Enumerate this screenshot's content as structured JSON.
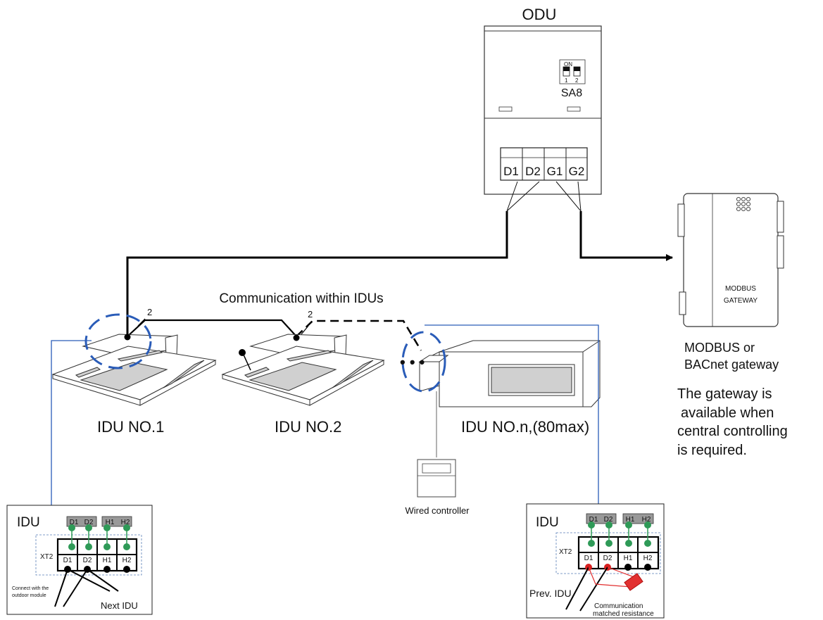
{
  "odu": {
    "title": "ODU",
    "dip_on": "ON",
    "dip_1": "1",
    "dip_2": "2",
    "switch_label": "SA8",
    "terminals": [
      "D1",
      "D2",
      "G1",
      "G2"
    ]
  },
  "gateway": {
    "device_text_1": "MODBUS",
    "device_text_2": "GATEWAY",
    "caption_1": "MODBUS or",
    "caption_2": "BACnet gateway",
    "note_1": "The gateway is",
    "note_2": "available when",
    "note_3": "central controlling",
    "note_4": "is required."
  },
  "comm_title": "Communication within IDUs",
  "wire_count_a": "2",
  "wire_count_b": "2",
  "idus": {
    "idu1": "IDU NO.1",
    "idu2": "IDU NO.2",
    "idun": "IDU NO.n,(80max)"
  },
  "wired_controller": "Wired controller",
  "ellipsis": "• • •",
  "panel_left": {
    "title": "IDU",
    "top_terminals": [
      "D1",
      "D2",
      "H1",
      "H2"
    ],
    "block_label": "XT2",
    "bottom_terminals": [
      "D1",
      "D2",
      "H1",
      "H2"
    ],
    "note_1": "Connect with the",
    "note_2": "outdoor module",
    "next": "Next IDU"
  },
  "panel_right": {
    "title": "IDU",
    "top_terminals": [
      "D1",
      "D2",
      "H1",
      "H2"
    ],
    "block_label": "XT2",
    "bottom_terminals": [
      "D1",
      "D2",
      "H1",
      "H2"
    ],
    "prev": "Prev. IDU",
    "resistor_1": "Communication",
    "resistor_2": "matched resistance"
  },
  "colors": {
    "wire": "#000000",
    "blue_link": "#2a5cb8",
    "dash_circle": "#2a5cb8",
    "green_terminal": "#2e9a57",
    "red_terminal": "#d81f1f",
    "resistor": "#e23030"
  }
}
